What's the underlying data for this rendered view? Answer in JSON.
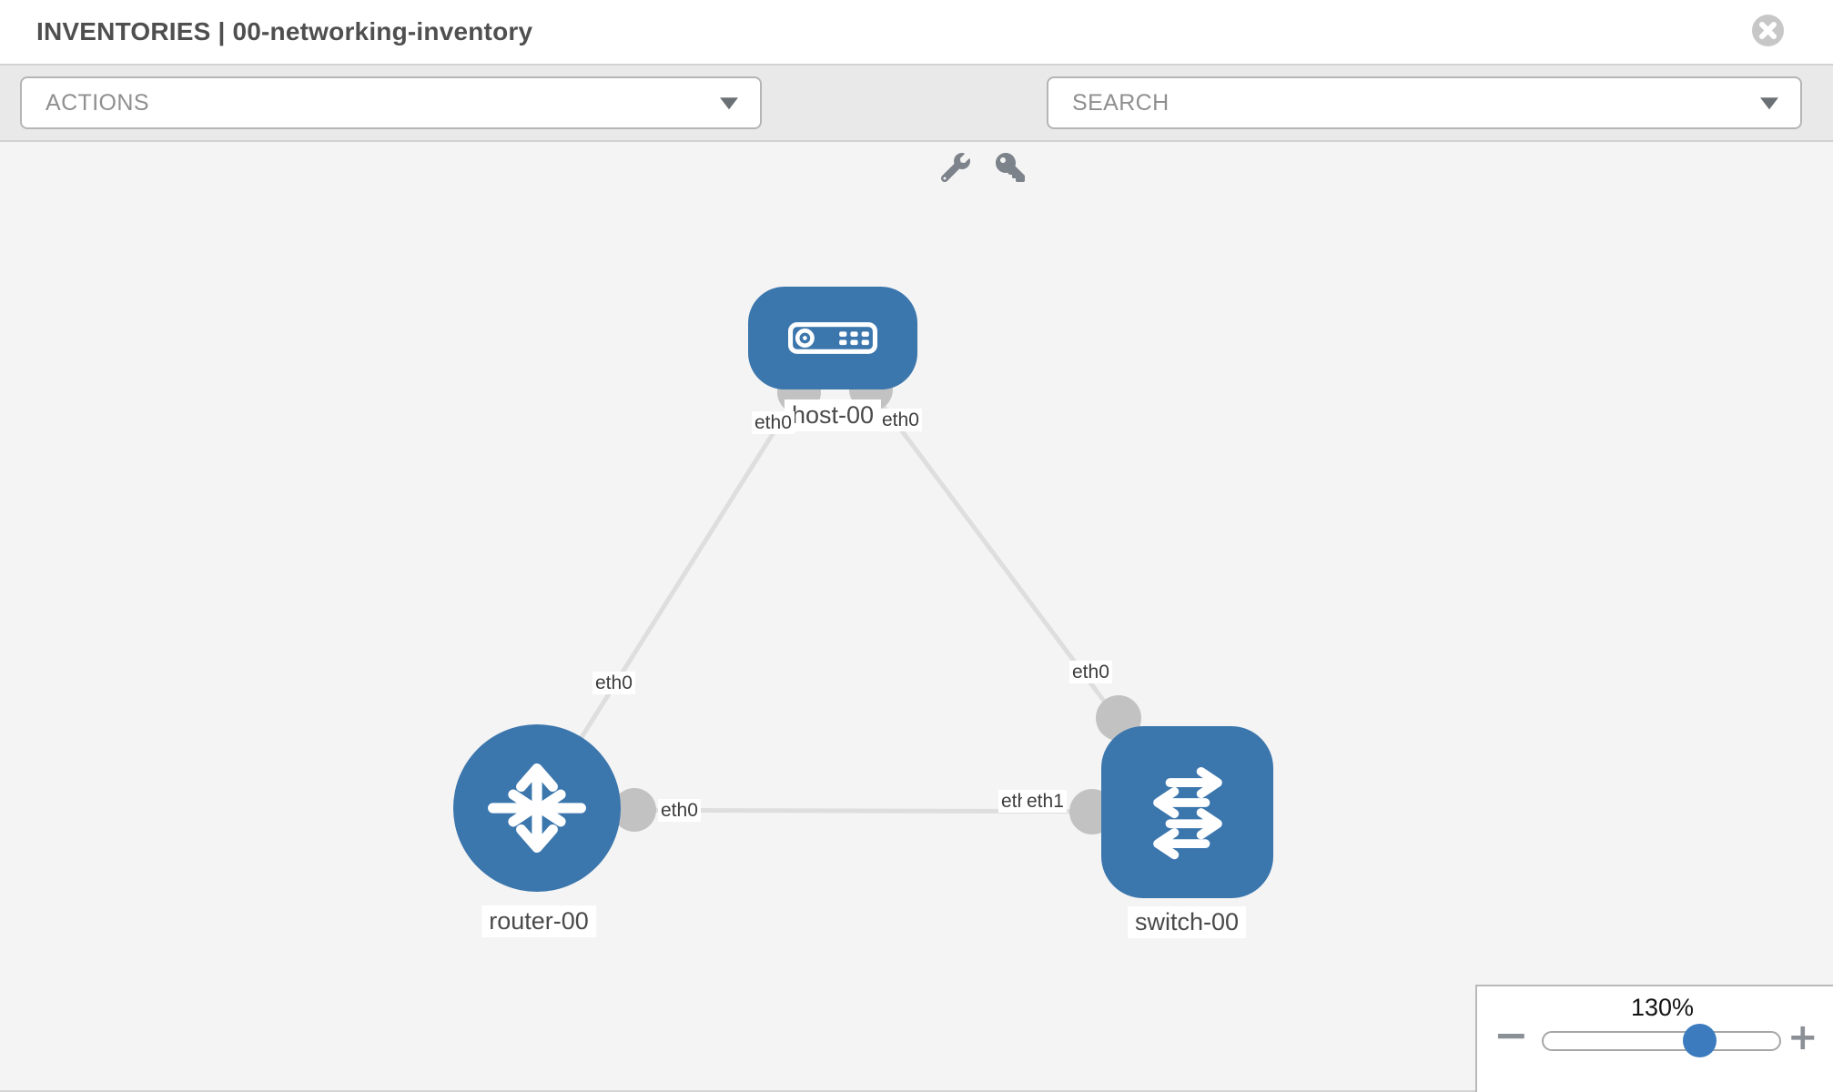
{
  "header": {
    "title": "INVENTORIES | 00-networking-inventory",
    "close_icon": "close-circle-icon"
  },
  "toolbar": {
    "actions_dropdown": {
      "value": "ACTIONS"
    },
    "wrench_icon": "wrench-icon",
    "key_icon": "key-icon",
    "search_dropdown": {
      "placeholder": "SEARCH"
    }
  },
  "topology": {
    "nodes": [
      {
        "label": "host-00",
        "type": "host",
        "icon": "server-icon"
      },
      {
        "label": "router-00",
        "type": "router",
        "icon": "router-arrows-icon"
      },
      {
        "label": "switch-00",
        "type": "switch",
        "icon": "switch-arrows-icon"
      }
    ],
    "links": [
      {
        "from": "host-00",
        "to": "router-00"
      },
      {
        "from": "host-00",
        "to": "switch-00"
      },
      {
        "from": "router-00",
        "to": "switch-00"
      }
    ],
    "interface_labels": [
      {
        "text": "eth0",
        "location": "host-left"
      },
      {
        "text": "eth0",
        "location": "host-right"
      },
      {
        "text": "eth0",
        "location": "router-top"
      },
      {
        "text": "eth0",
        "location": "switch-top"
      },
      {
        "text": "eth0",
        "location": "router-right"
      },
      {
        "text": "eth0",
        "location": "switch-left-under"
      },
      {
        "text": "eth1",
        "location": "switch-left-over"
      }
    ]
  },
  "zoom_control": {
    "level": "130%",
    "minus_label": "−",
    "plus_label": "+"
  },
  "colors": {
    "node_blue": "#3B76AD",
    "thumb_blue": "#3B7BBE",
    "link_gray": "#DEDEDE",
    "dot_gray": "#C2C2C2",
    "canvas_bg": "#F4F4F4",
    "toolbar_bg": "#E9E9E9"
  }
}
